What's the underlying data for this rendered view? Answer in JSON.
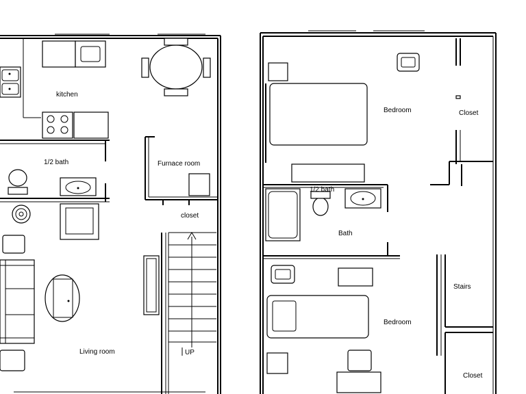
{
  "plan": {
    "first_floor": {
      "kitchen": "kitchen",
      "half_bath": "1/2 bath",
      "furnace_room": "Furnace room",
      "closet": "closet",
      "living_room": "Living room",
      "stairs_up": "UP"
    },
    "second_floor": {
      "bedroom_top": "Bedroom",
      "closet_top": "Closet",
      "half_bath": "1/2 bath",
      "bath": "Bath",
      "stairs": "Stairs",
      "bedroom_bottom": "Bedroom",
      "closet_bottom": "Closet"
    }
  }
}
